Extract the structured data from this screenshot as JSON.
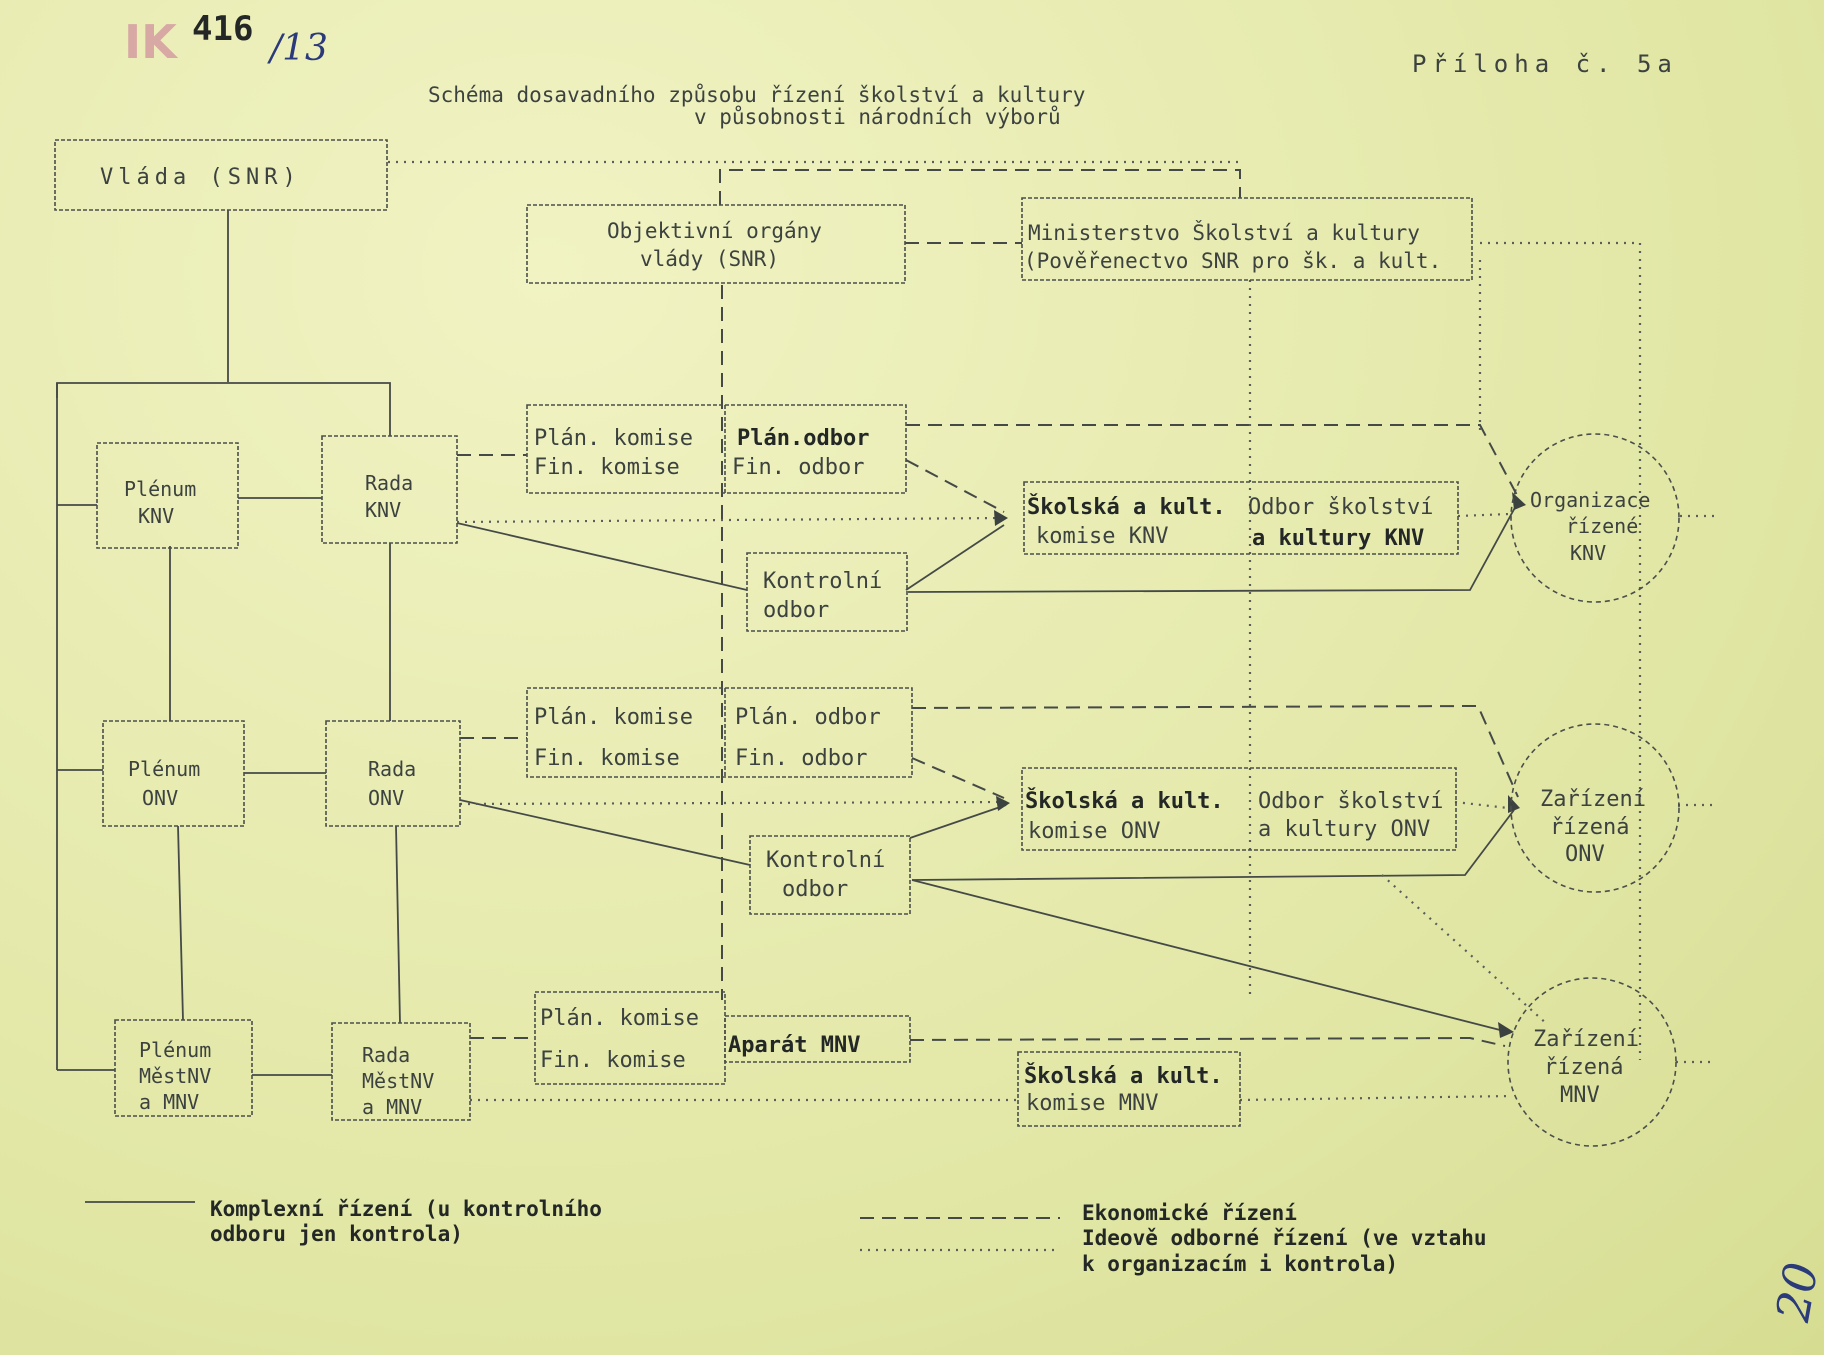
{
  "header": {
    "stamp": "IK",
    "archive_number": "416",
    "handwritten_number": "/13",
    "attachment_label": "Příloha č. 5a",
    "title_line1": "Schéma dosavadního způsobu řízení školství a kultury",
    "title_line2": "v působnosti národních výborů"
  },
  "boxes": {
    "vlada": [
      "Vláda (SNR)"
    ],
    "objektivni": [
      "Objektivní orgány",
      "vlády (SNR)"
    ],
    "ministerstvo": [
      "Ministerstvo Školství a kultury",
      "(Pověřenectvo SNR pro šk. a kult."
    ],
    "plenum_knv": [
      "Plénum",
      "KNV"
    ],
    "rada_knv": [
      "Rada",
      "KNV"
    ],
    "plan_fin_knv": [
      "Plán. komise",
      "Fin. komise",
      "Plán.odbor",
      "Fin. odbor"
    ],
    "skolska_knv": [
      "Školská a kult.",
      "komise KNV",
      "Odbor školství",
      "a kultury KNV"
    ],
    "kontrolni_knv": [
      "Kontrolní",
      "odbor"
    ],
    "plenum_onv": [
      "Plénum",
      "ONV"
    ],
    "rada_onv": [
      "Rada",
      "ONV"
    ],
    "plan_fin_onv": [
      "Plán. komise",
      "Fin. komise",
      "Plán. odbor",
      "Fin. odbor"
    ],
    "skolska_onv": [
      "Školská a kult.",
      "komise ONV",
      "Odbor školství",
      "a kultury ONV"
    ],
    "kontrolni_onv": [
      "Kontrolní",
      "odbor"
    ],
    "plenum_mnv": [
      "Plénum",
      "MěstNV",
      "a MNV"
    ],
    "rada_mnv": [
      "Rada",
      "MěstNV",
      "a MNV"
    ],
    "plan_fin_mnv": [
      "Plán. komise",
      "Fin. komise"
    ],
    "aparat_mnv": [
      "Aparát MNV"
    ],
    "skolska_mnv": [
      "Školská a kult.",
      "komise MNV"
    ]
  },
  "circles": {
    "org_knv": [
      "Organizace",
      "řízené",
      "KNV"
    ],
    "zar_onv": [
      "Zařízení",
      "řízená",
      "ONV"
    ],
    "zar_mnv": [
      "Zařízení",
      "řízená",
      "MNV"
    ]
  },
  "legend": {
    "solid_label": [
      "Komplexní řízení (u kontrolního",
      "odboru jen kontrola)"
    ],
    "dashed_label": [
      "Ekonomické řízení"
    ],
    "dotted_label": [
      "Ideově odborné řízení (ve vztahu",
      "k organizacím i kontrola)"
    ]
  },
  "page_mark": "20"
}
